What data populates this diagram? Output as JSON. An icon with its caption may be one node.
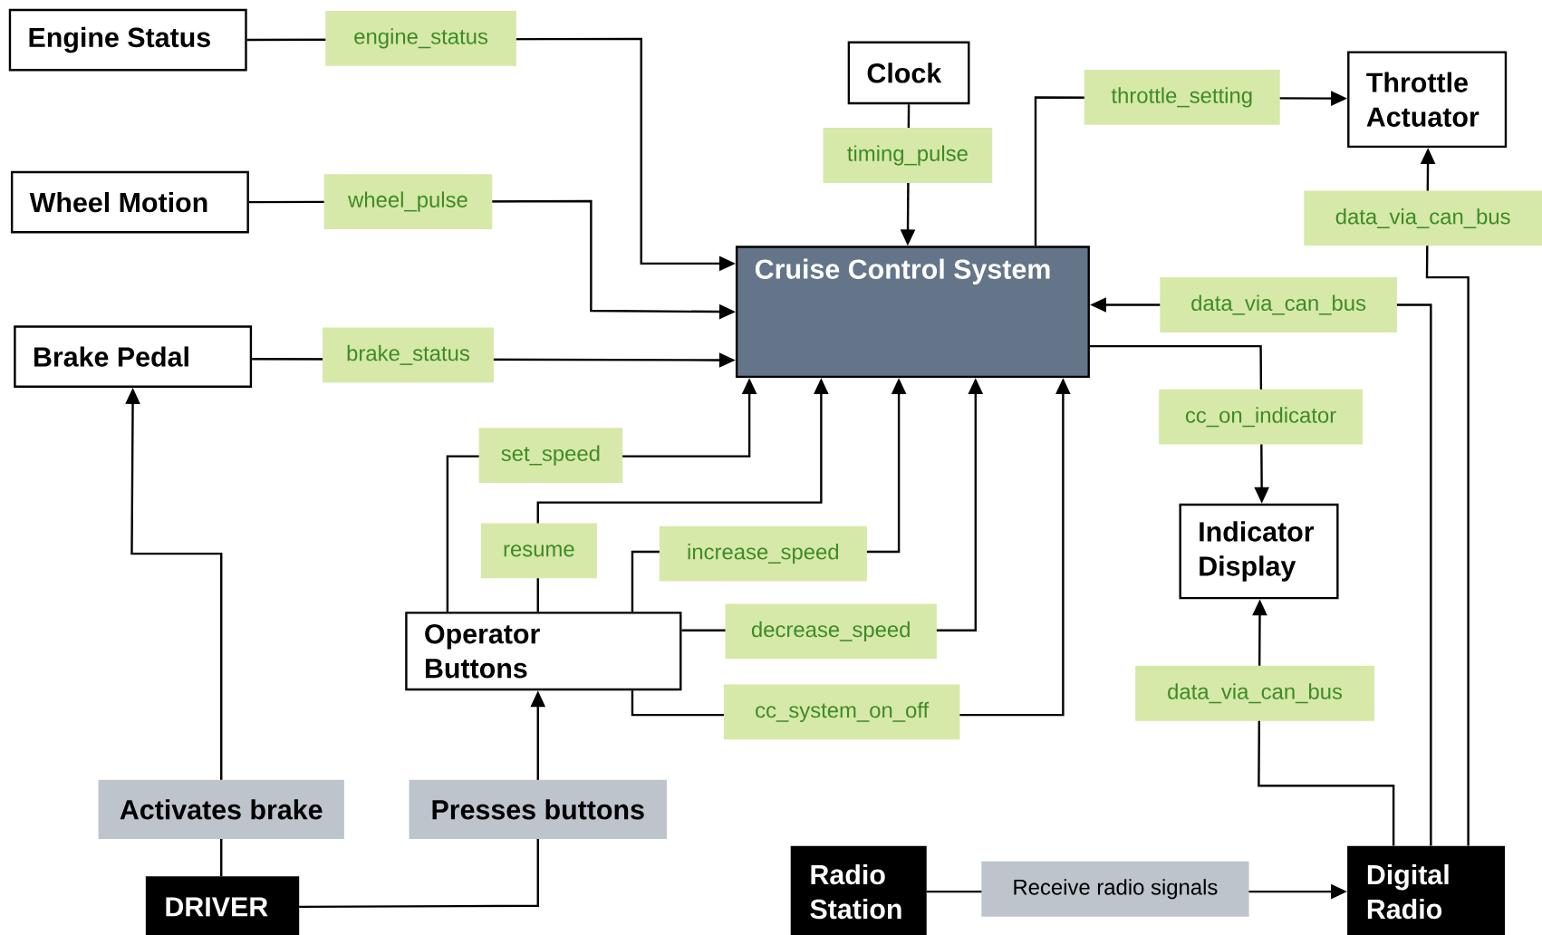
{
  "diagram": {
    "nodes": [
      {
        "text": [
          "Engine Status"
        ]
      },
      {
        "text": [
          "Wheel Motion"
        ]
      },
      {
        "text": [
          "Brake Pedal"
        ]
      },
      {
        "text": [
          "Clock"
        ]
      },
      {
        "text": [
          "Throttle Actuator"
        ]
      },
      {
        "text": [
          "Cruise Control System"
        ]
      },
      {
        "text": [
          "Indicator Display"
        ]
      },
      {
        "text": [
          "Operator Buttons"
        ]
      },
      {
        "text": [
          "DRIVER"
        ]
      },
      {
        "text": [
          "Radio Station"
        ]
      },
      {
        "text": [
          "Digital Radio"
        ]
      }
    ],
    "edges": [
      {
        "from": 0,
        "to": 5,
        "arrow": "to",
        "label": "engine_status"
      },
      {
        "from": 1,
        "to": 5,
        "arrow": "to",
        "label": "wheel_pulse"
      },
      {
        "from": 2,
        "to": 5,
        "arrow": "to",
        "label": "brake_status"
      },
      {
        "from": 3,
        "to": 5,
        "arrow": "to",
        "label": "timing_pulse"
      },
      {
        "from": 5,
        "to": 4,
        "arrow": "to",
        "label": "throttle_setting"
      },
      {
        "from": 10,
        "to": 4,
        "arrow": "to",
        "label": "data_via_can_bus"
      },
      {
        "from": 10,
        "to": 5,
        "arrow": "to",
        "label": "data_via_can_bus"
      },
      {
        "from": 5,
        "to": 6,
        "arrow": "to",
        "label": "cc_on_indicator"
      },
      {
        "from": 10,
        "to": 6,
        "arrow": "to",
        "label": "data_via_can_bus"
      },
      {
        "from": 7,
        "to": 5,
        "arrow": "to",
        "label": "set_speed"
      },
      {
        "from": 7,
        "to": 5,
        "arrow": "to",
        "label": "resume"
      },
      {
        "from": 7,
        "to": 5,
        "arrow": "to",
        "label": "increase_speed"
      },
      {
        "from": 7,
        "to": 5,
        "arrow": "to",
        "label": "decrease_speed"
      },
      {
        "from": 7,
        "to": 5,
        "arrow": "to",
        "label": "cc_system_on_off"
      },
      {
        "from": 8,
        "to": 2,
        "arrow": "to",
        "label": "Activates brake"
      },
      {
        "from": 8,
        "to": 7,
        "arrow": "to",
        "label": "Presses buttons"
      },
      {
        "from": 9,
        "to": 10,
        "arrow": "to",
        "label": "Receive radio signals"
      }
    ]
  }
}
